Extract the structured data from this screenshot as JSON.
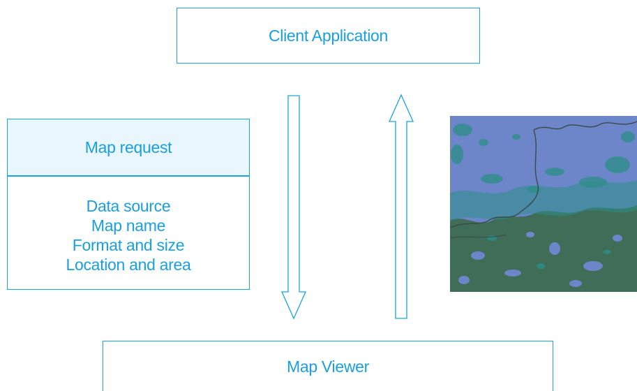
{
  "diagram": {
    "client_application": "Client Application",
    "map_viewer": "Map Viewer",
    "map_request": {
      "title": "Map request",
      "items": [
        "Data source",
        "Map name",
        "Format and size",
        "Location and area"
      ]
    }
  },
  "colors": {
    "accent": "#1aa3e0",
    "text": "#1a9fde",
    "header_fill": "#eaf6fd",
    "map_water": "#6d86c9",
    "map_land": "#3f6d57",
    "map_teal": "#2c8e87",
    "map_line": "#3a4a4a"
  },
  "icons": {
    "down_arrow": "hollow-down-arrow-icon",
    "up_arrow": "hollow-up-arrow-icon",
    "map": "map-thumbnail-image"
  }
}
